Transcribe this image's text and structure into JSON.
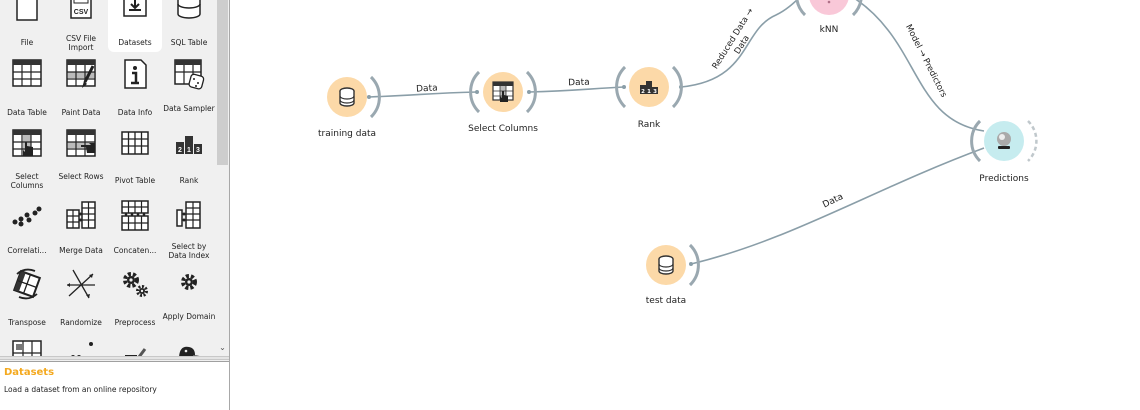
{
  "toolbox": {
    "rows": [
      [
        {
          "label": "File",
          "icon": "file-icon"
        },
        {
          "label": "CSV File Import",
          "icon": "csv-file-icon"
        },
        {
          "label": "Datasets",
          "icon": "datasets-download-icon",
          "selected": true
        },
        {
          "label": "SQL Table",
          "icon": "database-icon"
        }
      ],
      [
        {
          "label": "Data Table",
          "icon": "data-table-icon"
        },
        {
          "label": "Paint Data",
          "icon": "paint-data-icon"
        },
        {
          "label": "Data Info",
          "icon": "data-info-icon"
        },
        {
          "label": "Data Sampler",
          "icon": "data-sampler-icon"
        }
      ],
      [
        {
          "label": "Select Columns",
          "icon": "select-columns-icon"
        },
        {
          "label": "Select Rows",
          "icon": "select-rows-icon"
        },
        {
          "label": "Pivot Table",
          "icon": "pivot-table-icon"
        },
        {
          "label": "Rank",
          "icon": "rank-icon"
        }
      ],
      [
        {
          "label": "Correlati...",
          "icon": "correlations-icon"
        },
        {
          "label": "Merge Data",
          "icon": "merge-data-icon"
        },
        {
          "label": "Concaten...",
          "icon": "concatenate-icon"
        },
        {
          "label": "Select by Data Index",
          "icon": "select-by-index-icon"
        }
      ],
      [
        {
          "label": "Transpose",
          "icon": "transpose-icon"
        },
        {
          "label": "Randomize",
          "icon": "randomize-icon"
        },
        {
          "label": "Preprocess",
          "icon": "preprocess-icon"
        },
        {
          "label": "Apply Domain",
          "icon": "apply-domain-icon"
        }
      ]
    ]
  },
  "description": {
    "title": "Datasets",
    "text": "Load a dataset from an online repository",
    "title_color": "#f4a91f"
  },
  "workflow": {
    "nodes": {
      "training": {
        "label": "training data"
      },
      "select_columns": {
        "label": "Select Columns"
      },
      "rank": {
        "label": "Rank"
      },
      "knn": {
        "label": "kNN"
      },
      "predictions": {
        "label": "Predictions"
      },
      "test": {
        "label": "test data"
      }
    },
    "links": {
      "training_to_select": "Data",
      "select_to_rank": "Data",
      "rank_to_knn_line1": "Reduced Data →",
      "rank_to_knn_line2": "Data",
      "knn_to_predictions": "Model → Predictors",
      "test_to_predictions": "Data"
    },
    "colors": {
      "data_node": "#fcd9a8",
      "model_node": "#f9c8d8",
      "eval_node": "#c6ecef",
      "link": "#8a9ea8"
    }
  }
}
